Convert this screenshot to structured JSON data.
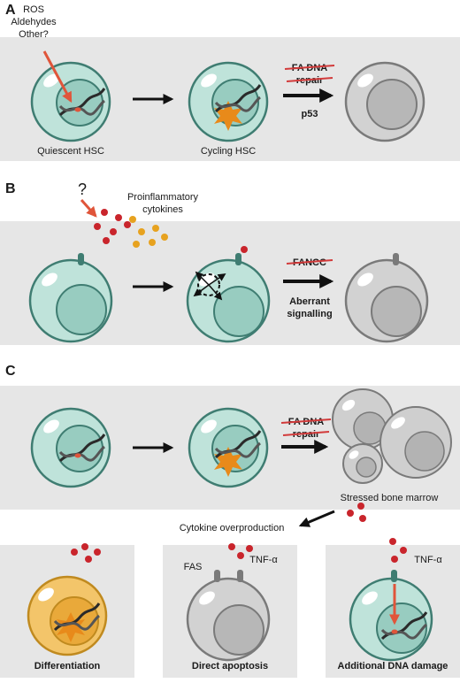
{
  "panels": {
    "a": {
      "letter": "A",
      "sources": [
        "ROS",
        "Aldehydes",
        "Other?"
      ],
      "cell1_label": "Quiescent HSC",
      "cell2_label": "Cycling HSC",
      "struck_line1": "FA DNA",
      "struck_line2": "repair",
      "arrow_label": "p53"
    },
    "b": {
      "letter": "B",
      "question": "?",
      "cytokine_line1": "Proinflammatory",
      "cytokine_line2": "cytokines",
      "struck": "FANCC",
      "arrow_line1": "Aberrant",
      "arrow_line2": "signalling"
    },
    "c": {
      "letter": "C",
      "struck_line1": "FA DNA",
      "struck_line2": "repair",
      "marrow_label": "Stressed bone marrow",
      "overproduction_label": "Cytokine overproduction",
      "outcomes": {
        "differentiation": "Differentiation",
        "apoptosis": "Direct apoptosis",
        "damage": "Additional DNA damage"
      },
      "fas_label": "FAS",
      "tnf_label": "TNF-α"
    }
  },
  "colors": {
    "background_bar": "#e6e6e6",
    "cell_teal": "#bfe3da",
    "nucleus_teal": "#98ccc0",
    "cell_grey": "#d2d2d2",
    "cell_orange": "#f3c56a",
    "cytokine_red": "#c9252c",
    "cytokine_orange": "#e7a21f",
    "arrow_red": "#e0553a",
    "damage_orange": "#e88a1a"
  }
}
